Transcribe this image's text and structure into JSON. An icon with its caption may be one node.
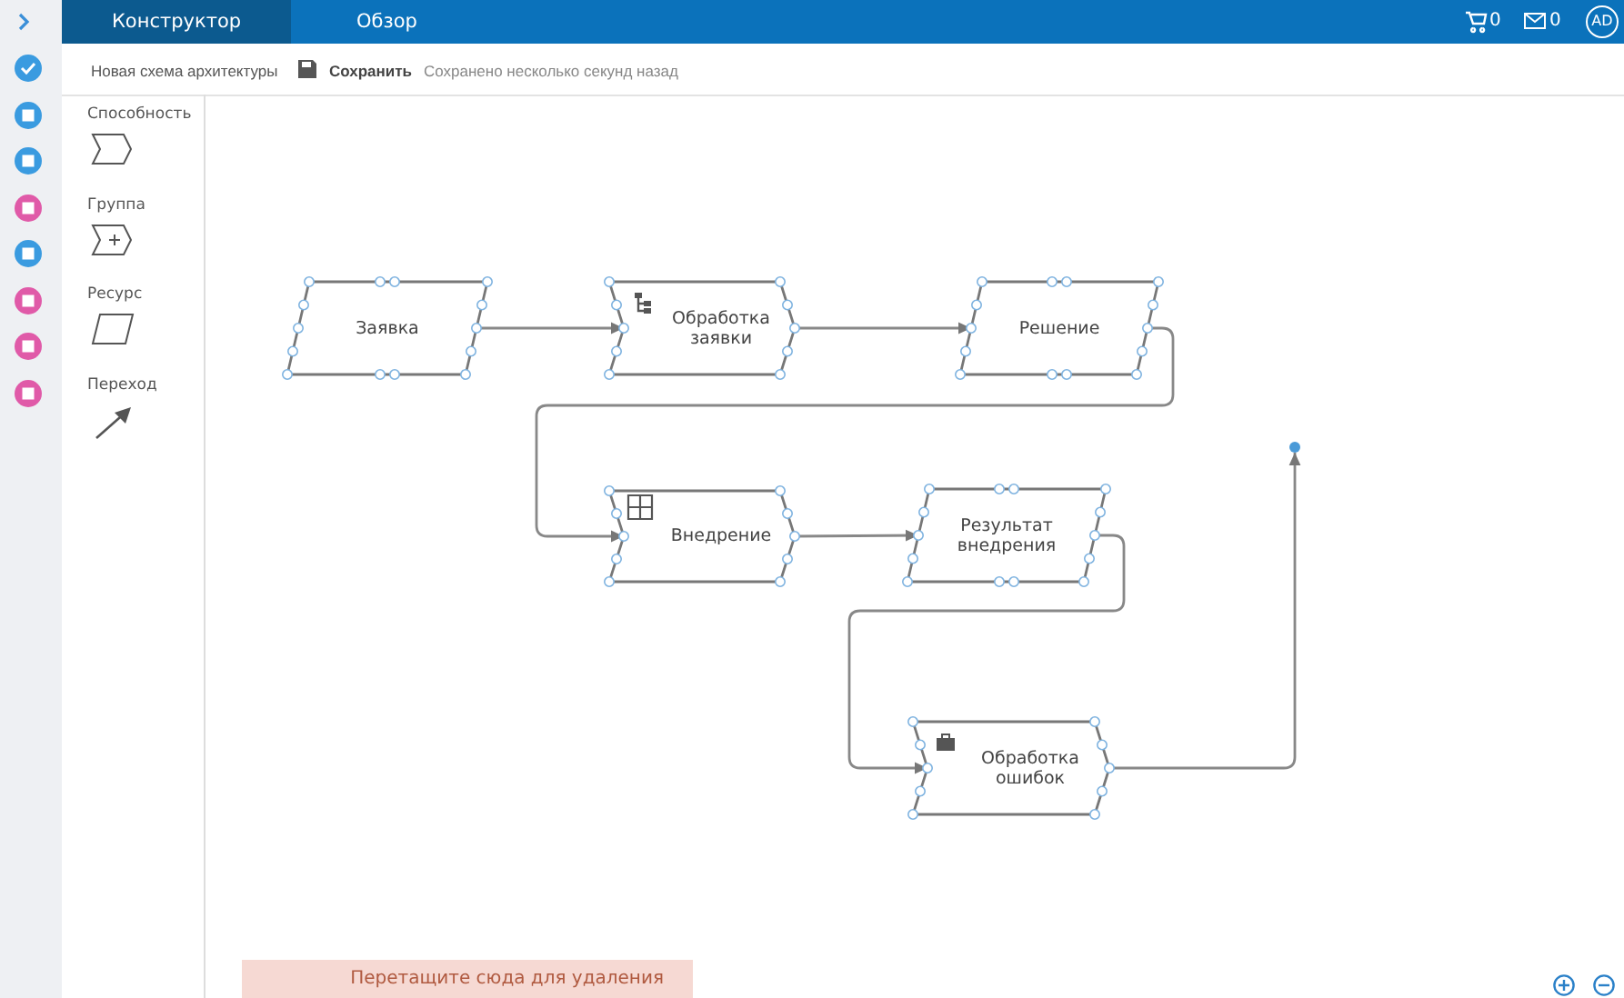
{
  "diagram": {
    "nodes": [
      {
        "text": [
          "Заявка"
        ]
      },
      {
        "text": [
          "Обработка заявки"
        ]
      },
      {
        "text": [
          "Решение"
        ]
      },
      {
        "text": [
          "Внедрение"
        ]
      },
      {
        "text": [
          "Результат внедрения"
        ]
      },
      {
        "text": [
          "Обработка ошибок"
        ]
      },
      {
        "text": [],
        "shape": "circle"
      }
    ],
    "edges": [
      {
        "from": 0,
        "to": 1,
        "arrow": "to"
      },
      {
        "from": 1,
        "to": 2,
        "arrow": "to"
      },
      {
        "from": 2,
        "to": 3,
        "arrow": "to"
      },
      {
        "from": 3,
        "to": 4,
        "arrow": "to"
      },
      {
        "from": 4,
        "to": 5,
        "arrow": "to"
      },
      {
        "from": 5,
        "to": 6,
        "arrow": "to"
      }
    ],
    "labels": [
      "Конструктор",
      "Обзор",
      "0",
      "0",
      "AD",
      "Новая схема архитектуры",
      "Сохранить",
      "Сохранено несколько секунд назад",
      "Способность",
      "Группа",
      "Ресурс",
      "Переход",
      "Перетащите сюда для удаления"
    ]
  }
}
